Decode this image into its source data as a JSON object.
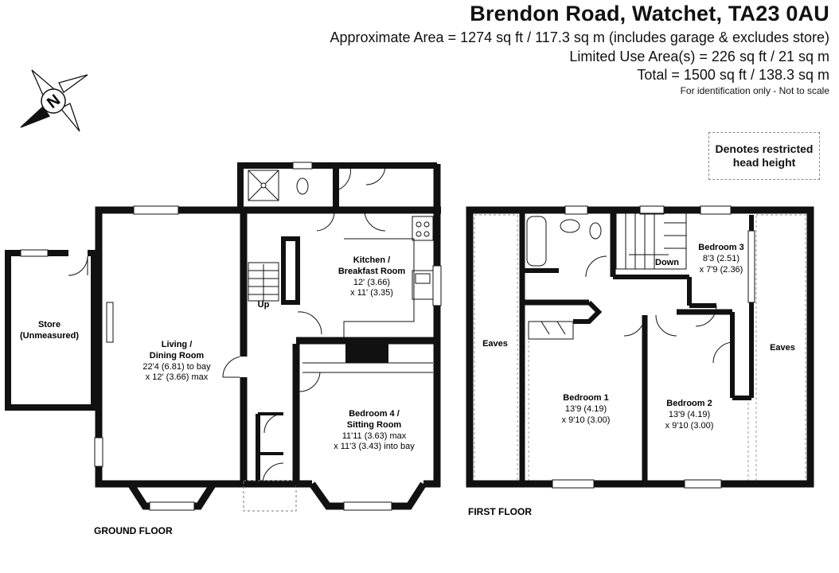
{
  "header": {
    "title": "Brendon Road, Watchet, TA23 0AU",
    "area_line": "Approximate Area = 1274 sq ft / 117.3 sq m (includes garage & excludes store)",
    "limited_line": "Limited Use Area(s) = 226 sq ft / 21 sq m",
    "total_line": "Total = 1500 sq ft / 138.3 sq m",
    "note": "For identification only - Not to scale"
  },
  "legend": {
    "line1": "Denotes restricted",
    "line2": "head height"
  },
  "compass": {
    "letter": "N",
    "icon": "compass-icon"
  },
  "ground_floor": {
    "label": "GROUND FLOOR",
    "store": {
      "name1": "Store",
      "name2": "(Unmeasured)"
    },
    "living": {
      "name1": "Living /",
      "name2": "Dining Room",
      "dim1": "22'4 (6.81) to bay",
      "dim2": "x 12' (3.66) max"
    },
    "kitchen": {
      "name1": "Kitchen /",
      "name2": "Breakfast Room",
      "dim1": "12' (3.66)",
      "dim2": "x 11' (3.35)"
    },
    "bedroom4": {
      "name1": "Bedroom 4 /",
      "name2": "Sitting Room",
      "dim1": "11'11 (3.63) max",
      "dim2": "x 11'3 (3.43) into bay"
    },
    "stairs_up": "Up"
  },
  "first_floor": {
    "label": "FIRST FLOOR",
    "eaves_left": "Eaves",
    "eaves_right": "Eaves",
    "stairs_down": "Down",
    "bedroom1": {
      "name": "Bedroom 1",
      "dim1": "13'9 (4.19)",
      "dim2": "x 9'10 (3.00)"
    },
    "bedroom2": {
      "name": "Bedroom 2",
      "dim1": "13'9 (4.19)",
      "dim2": "x 9'10 (3.00)"
    },
    "bedroom3": {
      "name": "Bedroom 3",
      "dim1": "8'3 (2.51)",
      "dim2": "x 7'9 (2.36)"
    }
  }
}
